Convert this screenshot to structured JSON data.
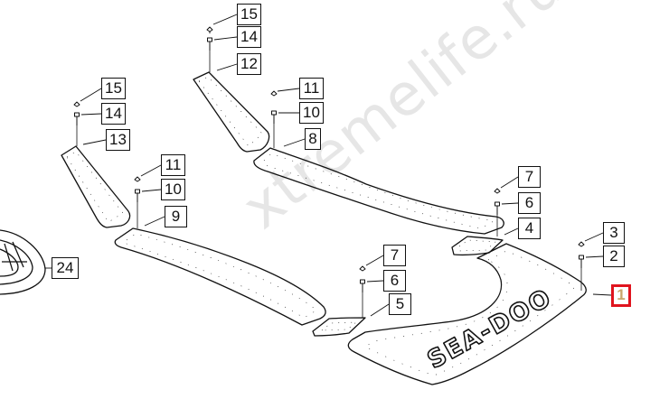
{
  "watermark": "xtremelife.ru",
  "logo_text": "SEA-DOO",
  "selected_callout": "1",
  "callouts": {
    "c15a": "15",
    "c14a": "14",
    "c12": "12",
    "c15b": "15",
    "c14b": "14",
    "c13": "13",
    "c11a": "11",
    "c10a": "10",
    "c8": "8",
    "c11b": "11",
    "c10b": "10",
    "c9": "9",
    "c7a": "7",
    "c6a": "6",
    "c4": "4",
    "c3": "3",
    "c2": "2",
    "c1": "1",
    "c7b": "7",
    "c6b": "6",
    "c5": "5",
    "c24": "24"
  },
  "colors": {
    "line": "#111111",
    "selected_border": "#e0141e",
    "selected_text": "#c9a66b",
    "watermark": "#e6e6e6"
  }
}
